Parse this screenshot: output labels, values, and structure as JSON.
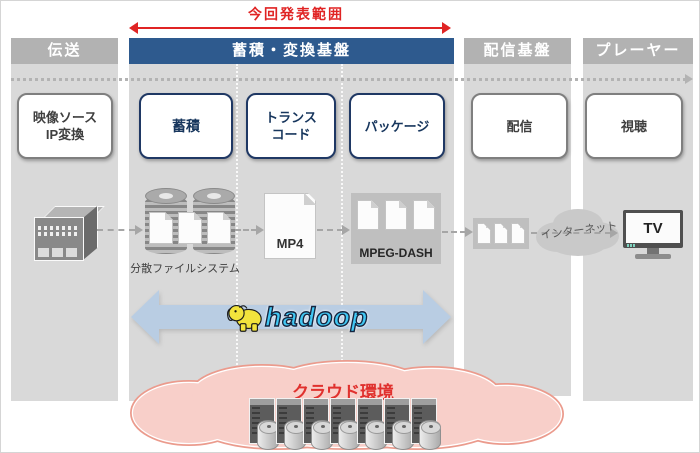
{
  "scope": {
    "label": "今回発表範囲"
  },
  "headers": {
    "transmission": "伝送",
    "storage_conversion": "蓄積・変換基盤",
    "distribution": "配信基盤",
    "player": "プレーヤー"
  },
  "process_boxes": {
    "video_source_line1": "映像ソース",
    "video_source_line2": "IP変換",
    "store": "蓄積",
    "transcode_line1": "トランス",
    "transcode_line2": "コード",
    "package": "パッケージ",
    "distribute": "配信",
    "view": "視聴"
  },
  "labels": {
    "distributed_fs": "分散ファイルシステム",
    "mp4": "MP4",
    "mpeg_dash": "MPEG-DASH",
    "internet": "インターネット",
    "tv": "TV",
    "hadoop": "hadoop",
    "cloud_env": "クラウド環境"
  },
  "colors": {
    "header_blue": "#2e5a8e",
    "header_gray": "#b2b2b2",
    "column_bg": "#d9d9d9",
    "navy_border": "#1f3864",
    "red_accent": "#e02424",
    "cloud_pink_fill": "#f8cfc9",
    "cloud_pink_border": "#eb9b8d",
    "hadoop_arrow_blue": "#b9cde3",
    "hadoop_text_cyan": "#41c8f4"
  }
}
